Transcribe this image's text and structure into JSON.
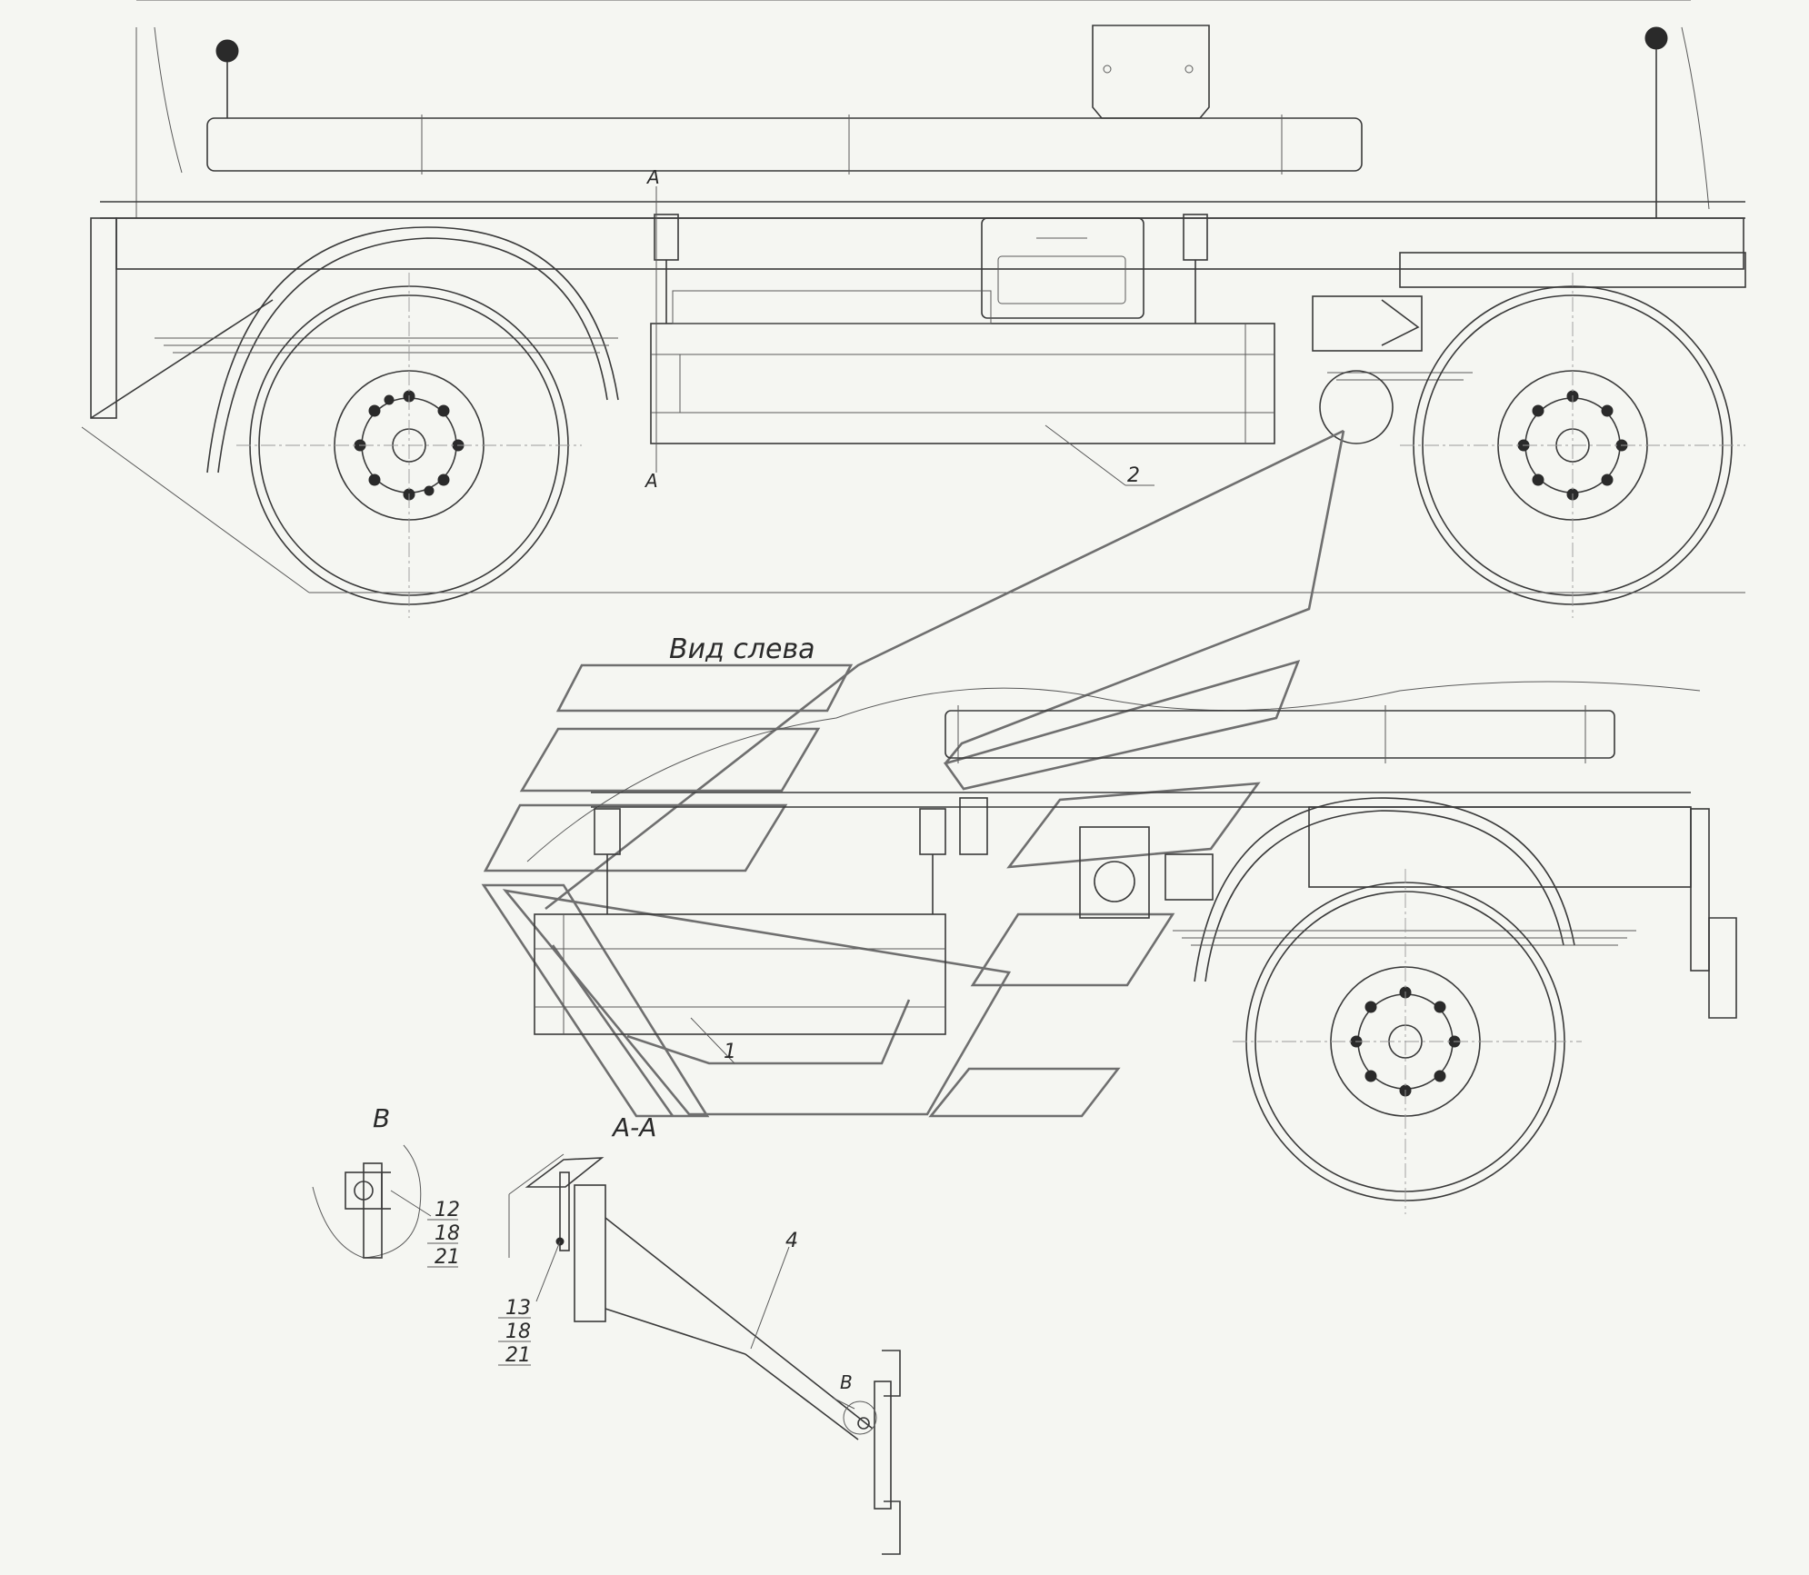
{
  "labels": {
    "view_left": "Вид слева",
    "section_aa": "А-А",
    "section_a_top": "А",
    "section_a_bottom": "А",
    "detail_b_title": "В",
    "detail_b_callout": "В"
  },
  "callouts": {
    "item_1": "1",
    "item_2": "2",
    "item_4": "4"
  },
  "detail_b_parts": [
    "12",
    "18",
    "21"
  ],
  "section_aa_parts": [
    "13",
    "18",
    "21"
  ],
  "colors": {
    "background": "#f5f6f2",
    "line": "#3a3a3a",
    "leader": "#6f6f6f"
  }
}
